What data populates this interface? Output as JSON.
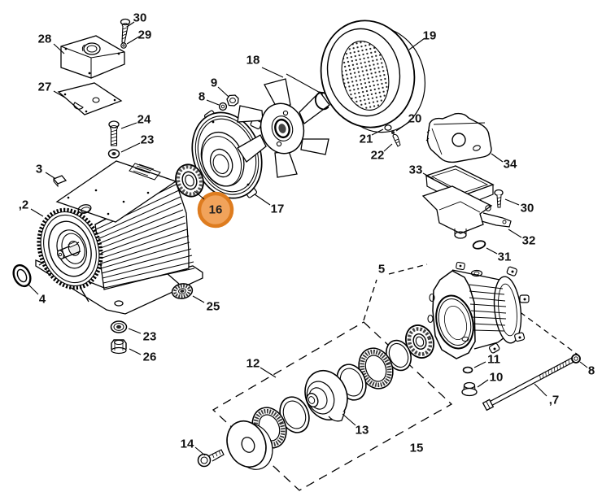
{
  "diagram": {
    "kind": "exploded-parts-diagram",
    "highlighted_part": "16",
    "highlight_fill": "#F1A35B",
    "highlight_stroke": "#DE7C1F",
    "line_color": "#000000",
    "background": "#ffffff"
  },
  "labels": {
    "n30_top": "30",
    "n29": "29",
    "n28": "28",
    "n27": "27",
    "n24": "24",
    "n23_top": "23",
    "n3": "3",
    "n2": ",2",
    "n4": "4",
    "n9": "9",
    "n8_left": "8",
    "n18": "18",
    "n17": "17",
    "n16": "16",
    "n19": "19",
    "n20": "20",
    "n21": "21",
    "n22": "22",
    "n34": "34",
    "n33": "33",
    "n30_right": "30",
    "n32": "32",
    "n31": "31",
    "n5": "5",
    "n11": "11",
    "n10": "10",
    "n8_right": "8",
    "n7": ",7",
    "n12": "12",
    "n13": "13",
    "n15": "15",
    "n14": "14",
    "n25": "25",
    "n23_bottom": "23",
    "n26": "26"
  }
}
